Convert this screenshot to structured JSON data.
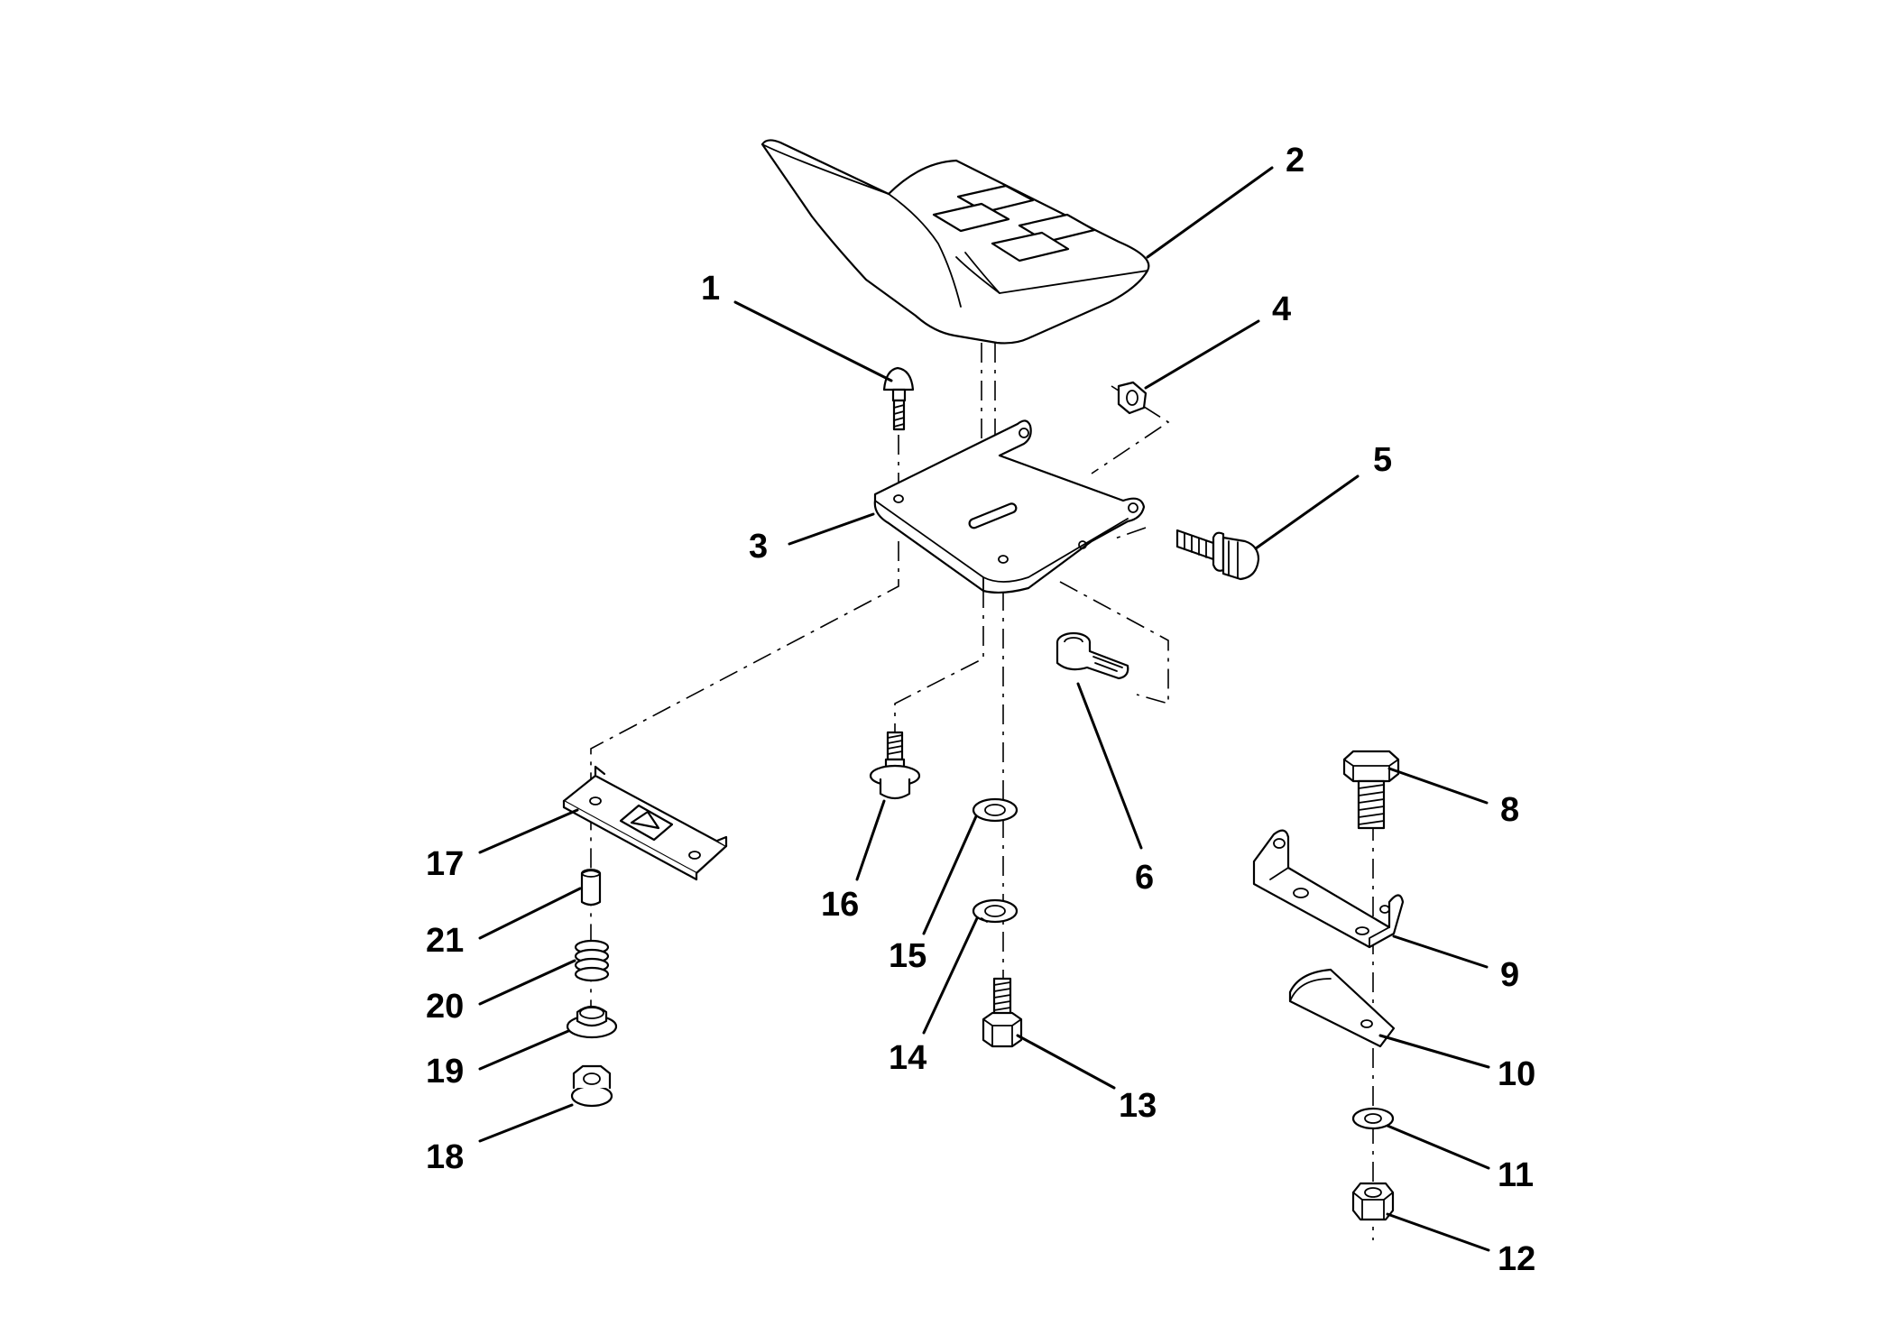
{
  "callouts": [
    {
      "id": "c1",
      "label": "1",
      "part": "carriage-bolt"
    },
    {
      "id": "c2",
      "label": "2",
      "part": "seat"
    },
    {
      "id": "c3",
      "label": "3",
      "part": "seat-pan"
    },
    {
      "id": "c4",
      "label": "4",
      "part": "hex-nut"
    },
    {
      "id": "c5",
      "label": "5",
      "part": "hex-flange-bolt"
    },
    {
      "id": "c6",
      "label": "6",
      "part": "cable-clip"
    },
    {
      "id": "c8",
      "label": "8",
      "part": "hex-bolt"
    },
    {
      "id": "c9",
      "label": "9",
      "part": "bracket"
    },
    {
      "id": "c10",
      "label": "10",
      "part": "spring-clip"
    },
    {
      "id": "c11",
      "label": "11",
      "part": "flat-washer"
    },
    {
      "id": "c12",
      "label": "12",
      "part": "lock-nut"
    },
    {
      "id": "c13",
      "label": "13",
      "part": "hex-bolt"
    },
    {
      "id": "c14",
      "label": "14",
      "part": "lock-washer"
    },
    {
      "id": "c15",
      "label": "15",
      "part": "flat-washer"
    },
    {
      "id": "c16",
      "label": "16",
      "part": "shoulder-bolt"
    },
    {
      "id": "c17",
      "label": "17",
      "part": "slide-plate"
    },
    {
      "id": "c18",
      "label": "18",
      "part": "flange-nut"
    },
    {
      "id": "c19",
      "label": "19",
      "part": "knob-bushing"
    },
    {
      "id": "c20",
      "label": "20",
      "part": "spring"
    },
    {
      "id": "c21",
      "label": "21",
      "part": "pin"
    }
  ]
}
